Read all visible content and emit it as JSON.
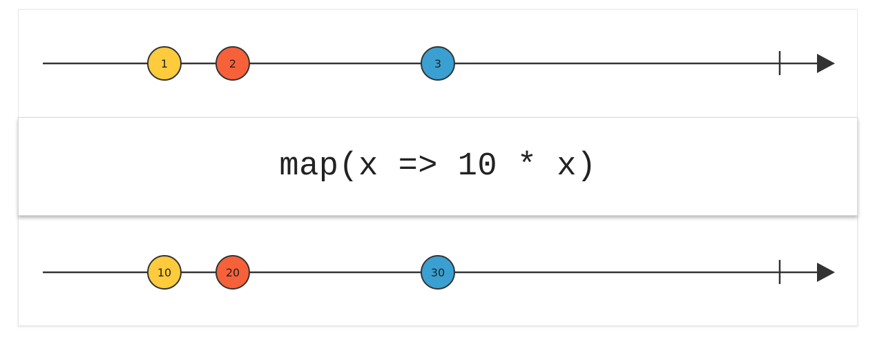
{
  "input_stream": {
    "marbles": [
      {
        "value": "1",
        "color": "#fdcb3c"
      },
      {
        "value": "2",
        "color": "#f7613a"
      },
      {
        "value": "3",
        "color": "#3aa0d2"
      }
    ]
  },
  "operator": {
    "label": "map(x => 10 * x)"
  },
  "output_stream": {
    "marbles": [
      {
        "value": "10",
        "color": "#fdcb3c"
      },
      {
        "value": "20",
        "color": "#f7613a"
      },
      {
        "value": "30",
        "color": "#3aa0d2"
      }
    ]
  }
}
